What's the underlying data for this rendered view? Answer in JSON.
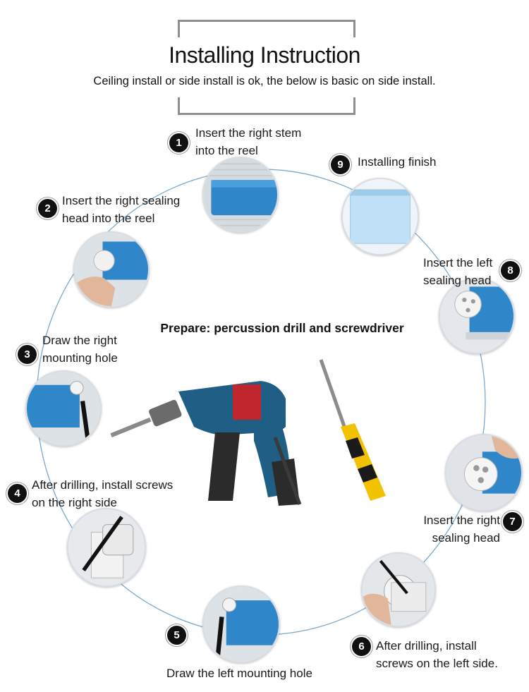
{
  "header": {
    "title": "Installing Instruction",
    "subtitle": "Ceiling install or side install is ok, the below is basic on side install."
  },
  "prepare": {
    "text": "Prepare: percussion drill and screwdriver"
  },
  "steps": [
    {
      "number": "1",
      "line1": "Insert the right stem",
      "line2": "into the reel"
    },
    {
      "number": "2",
      "line1": "Insert the right sealing",
      "line2": "head into the reel"
    },
    {
      "number": "3",
      "line1": "Draw the right",
      "line2": "mounting hole"
    },
    {
      "number": "4",
      "line1": "After drilling, install screws",
      "line2": "on the right side"
    },
    {
      "number": "5",
      "line1": "Draw the left mounting hole"
    },
    {
      "number": "6",
      "line1": "After drilling, install",
      "line2": "screws on the left side."
    },
    {
      "number": "7",
      "line1": "Insert the right",
      "line2": "sealing head"
    },
    {
      "number": "8",
      "line1": "Insert the left",
      "line2": "sealing head"
    },
    {
      "number": "9",
      "line1": "Installing finish"
    }
  ],
  "colors": {
    "blind_blue": "#2f86c9",
    "ring_line": "#7aa9cf",
    "badge": "#111111",
    "screwdriver_yellow": "#f2c200"
  }
}
